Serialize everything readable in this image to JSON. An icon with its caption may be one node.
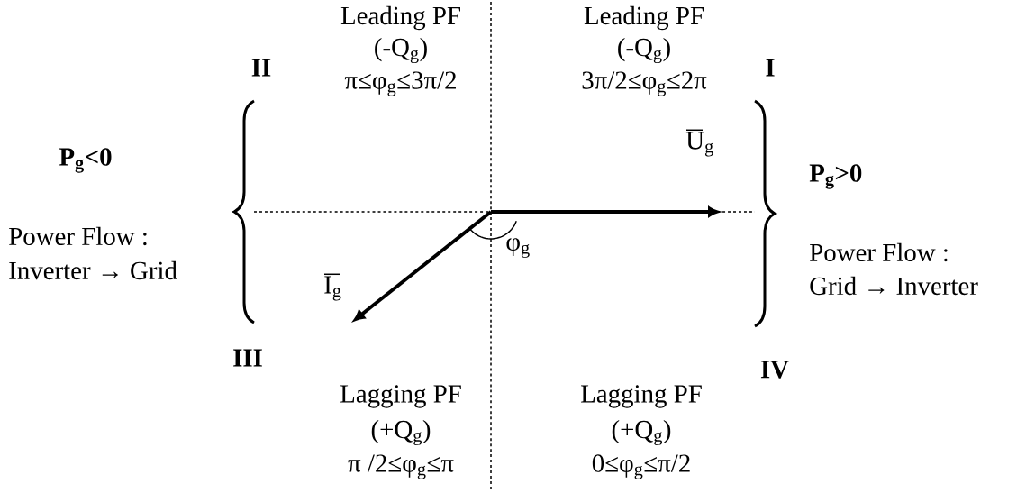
{
  "diagram": {
    "labels": [
      "II",
      "Leading PF",
      "(-Q$_{g}$)",
      "π≤φ$_{g}$≤3π/2",
      "Leading PF",
      "(-Q$_{g}$)",
      "3π/2≤φ$_{g}$≤2π",
      "I",
      "P$_{g}$<0",
      "Power Flow :",
      "Inverter → Grid",
      "U$_{g}$",
      "P$_{g}$>0",
      "Power Flow :",
      "Grid → Inverter",
      "φ$_{g}$",
      "I$_{g}$",
      "III",
      "IV",
      "Lagging PF",
      "(+Q$_{g}$)",
      "π /2≤φ$_{g}$≤π",
      "Lagging PF",
      "(+Q$_{g}$)",
      "0≤φ$_{g}$≤π/2"
    ]
  }
}
